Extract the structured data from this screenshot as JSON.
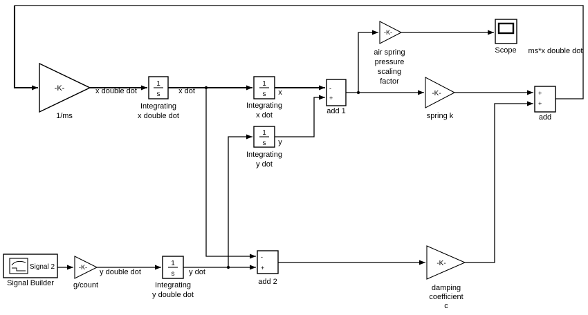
{
  "blocks": {
    "gain_1ms": {
      "gain": "-K-",
      "label": "1/ms"
    },
    "int_x_double_dot": {
      "num": "1",
      "den": "s",
      "label1": "Integrating",
      "label2": "x double dot"
    },
    "int_x_dot": {
      "num": "1",
      "den": "s",
      "label1": "Integrating",
      "label2": "x dot"
    },
    "int_y_dot": {
      "num": "1",
      "den": "s",
      "label1": "Integrating",
      "label2": "y dot"
    },
    "int_y_double_dot": {
      "num": "1",
      "den": "s",
      "label1": "Integrating",
      "label2": "y double dot"
    },
    "sum_add1": {
      "label": "add 1",
      "sign_top": "-",
      "sign_bottom": "+"
    },
    "sum_add2": {
      "label": "add 2",
      "sign_top": "-",
      "sign_bottom": "+"
    },
    "sum_add": {
      "label": "add",
      "sign_top": "+",
      "sign_bottom": "+"
    },
    "gain_air_spring": {
      "gain": "-K-",
      "label1": "air spring",
      "label2": "pressure",
      "label3": "scaling",
      "label4": "factor"
    },
    "gain_spring_k": {
      "gain": "-K-",
      "label": "spring k"
    },
    "gain_damping": {
      "gain": "-K-",
      "label1": "damping",
      "label2": "coefficient",
      "label3": "c"
    },
    "gain_g_count": {
      "gain": "-K-",
      "label": "g/count"
    },
    "scope": {
      "label": "Scope"
    },
    "signal_builder": {
      "label": "Signal Builder",
      "signal_name": "Signal 2"
    }
  },
  "signals": {
    "x_double_dot": "x double dot",
    "x_dot": "x dot",
    "x": "x",
    "y": "y",
    "y_dot": "y dot",
    "y_double_dot": "y double dot",
    "ms_x_double_dot": "ms*x double dot"
  },
  "colors": {
    "line": "#000000",
    "background": "#ffffff",
    "block_fill": "#ffffff"
  }
}
